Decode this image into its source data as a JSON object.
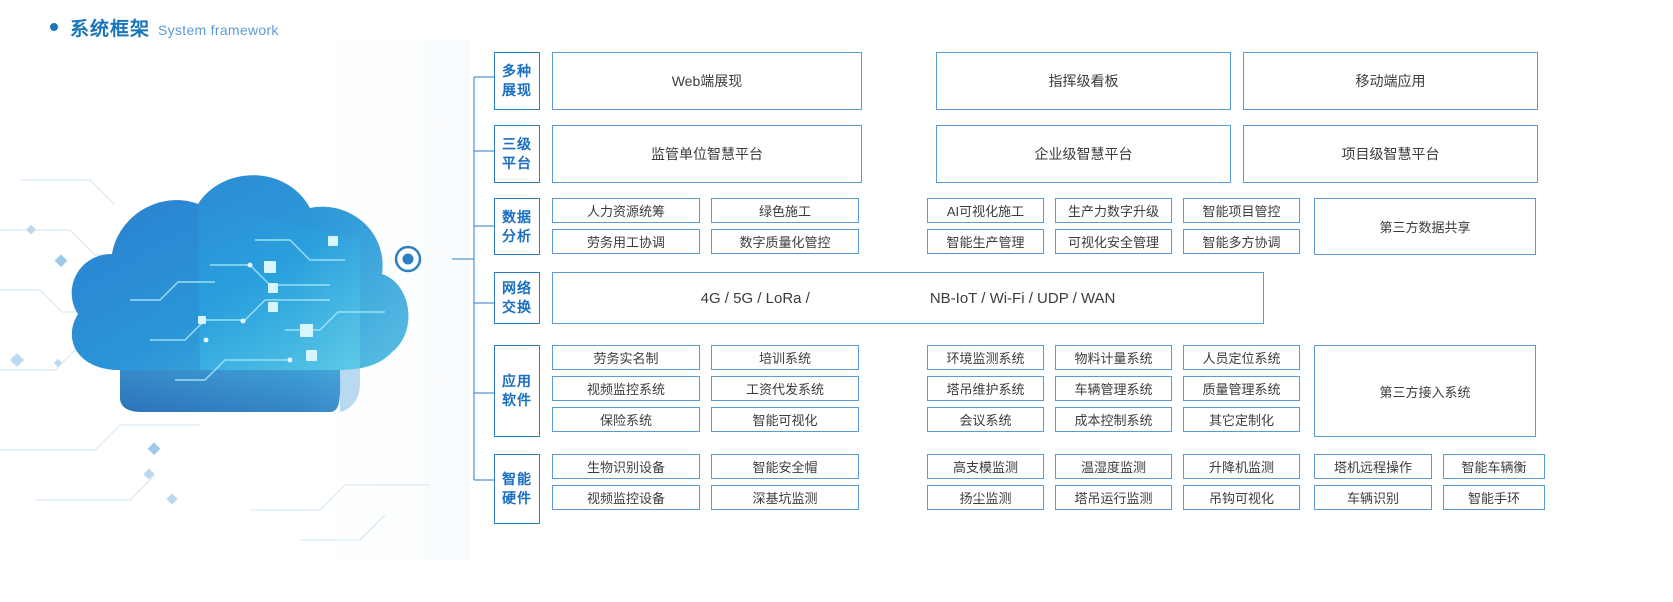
{
  "heading": {
    "bullet": "bullet-dot",
    "title_cn": "系统框架",
    "title_en": "System framework"
  },
  "artwork": {
    "name": "cloud-network-illustration",
    "accent": "#1b75bb",
    "node_label": "network-node"
  },
  "colors": {
    "border": "#5b9bd5",
    "label_border": "#2e7ec4",
    "label_text": "#1b6fc2",
    "text": "#3c3c3c",
    "accent": "#1b75bb"
  },
  "rows": [
    {
      "label_line1": "多种",
      "label_line2": "展现",
      "type": "three-big",
      "boxes": [
        "Web端展现",
        "指挥级看板",
        "移动端应用"
      ]
    },
    {
      "label_line1": "三级",
      "label_line2": "平台",
      "type": "three-big",
      "boxes": [
        "监管单位智慧平台",
        "企业级智慧平台",
        "项目级智慧平台"
      ]
    },
    {
      "label_line1": "数据",
      "label_line2": "分析",
      "type": "grid",
      "group_left": [
        [
          "人力资源统筹",
          "绿色施工"
        ],
        [
          "劳务用工协调",
          "数字质量化管控"
        ]
      ],
      "group_right": [
        [
          "AI可视化施工",
          "生产力数字升级",
          "智能项目管控"
        ],
        [
          "智能生产管理",
          "可视化安全管理",
          "智能多方协调"
        ]
      ],
      "side_box": "第三方数据共享"
    },
    {
      "label_line1": "网络",
      "label_line2": "交换",
      "type": "network",
      "text_left": "4G / 5G / LoRa /",
      "text_right": "NB-IoT / Wi-Fi / UDP / WAN",
      "chevron_count": 7
    },
    {
      "label_line1": "应用",
      "label_line2": "软件",
      "type": "grid",
      "group_left": [
        [
          "劳务实名制",
          "培训系统"
        ],
        [
          "视频监控系统",
          "工资代发系统"
        ],
        [
          "保险系统",
          "智能可视化"
        ]
      ],
      "group_right": [
        [
          "环境监测系统",
          "物料计量系统",
          "人员定位系统"
        ],
        [
          "塔吊维护系统",
          "车辆管理系统",
          "质量管理系统"
        ],
        [
          "会议系统",
          "成本控制系统",
          "其它定制化"
        ]
      ],
      "side_box": "第三方接入系统"
    },
    {
      "label_line1": "智能",
      "label_line2": "硬件",
      "type": "hardware",
      "group_left": [
        [
          "生物识别设备",
          "智能安全帽"
        ],
        [
          "视频监控设备",
          "深基坑监测"
        ]
      ],
      "group_right": [
        [
          "高支模监测",
          "温湿度监测",
          "升降机监测"
        ],
        [
          "扬尘监测",
          "塔吊运行监测",
          "吊钩可视化"
        ]
      ],
      "group_far": [
        [
          "塔机远程操作",
          "智能车辆衡"
        ],
        [
          "车辆识别",
          "智能手环"
        ]
      ]
    }
  ]
}
